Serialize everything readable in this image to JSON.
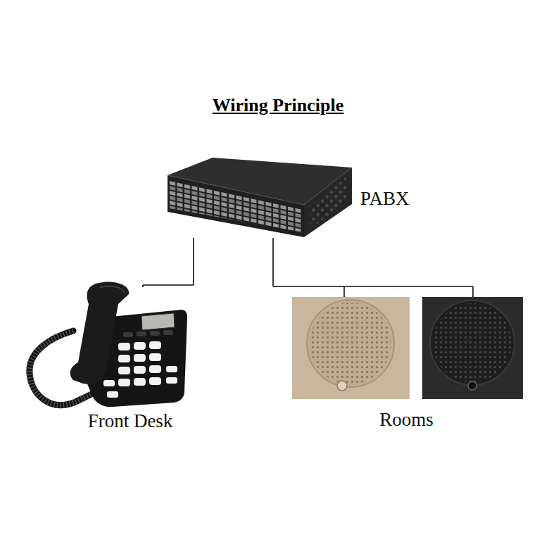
{
  "diagram": {
    "title": "Wiring Principle",
    "nodes": [
      {
        "text": [
          "PABX"
        ]
      },
      {
        "text": [
          "Front Desk"
        ]
      },
      {
        "text": [
          "Rooms"
        ]
      }
    ],
    "edges": [
      {
        "from": 0,
        "to": 1,
        "arrow": "none"
      },
      {
        "from": 0,
        "to": 2,
        "arrow": "none"
      }
    ]
  }
}
